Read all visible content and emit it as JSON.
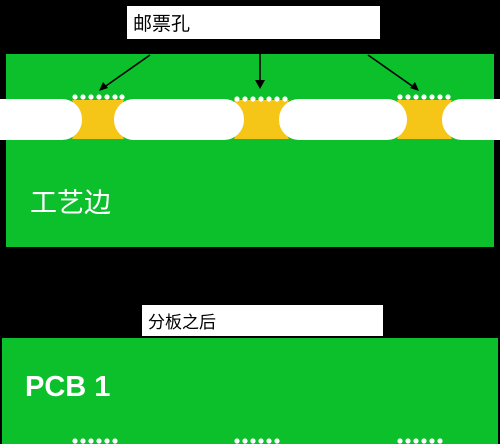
{
  "labels": {
    "stamp_holes": "邮票孔",
    "after_depaneling": "分板之后",
    "process_edge": "工艺边",
    "pcb": "PCB 1"
  },
  "colors": {
    "background": "#000000",
    "board_green": "#0bc02b",
    "bridge_yellow": "#f5c518",
    "slot_white": "#ffffff"
  }
}
